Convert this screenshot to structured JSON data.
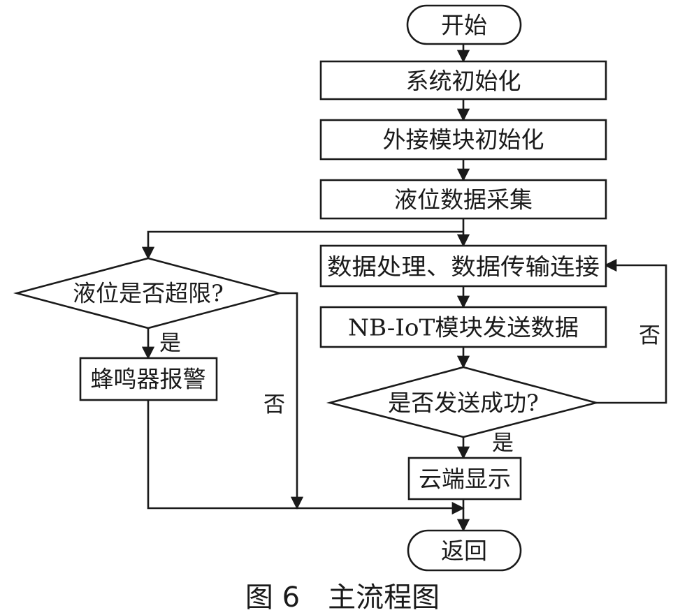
{
  "nodes": {
    "start": "开始",
    "sys_init": "系统初始化",
    "ext_init": "外接模块初始化",
    "collect": "液位数据采集",
    "process": "数据处理、数据传输连接",
    "send": "NB-IoT模块发送数据",
    "check_sent": "是否发送成功?",
    "cloud": "云端显示",
    "check_limit": "液位是否超限?",
    "alarm": "蜂鸣器报警",
    "end": "返回"
  },
  "edge_labels": {
    "limit_yes": "是",
    "limit_no": "否",
    "sent_yes": "是",
    "sent_no": "否"
  },
  "caption": "图 6　主流程图"
}
